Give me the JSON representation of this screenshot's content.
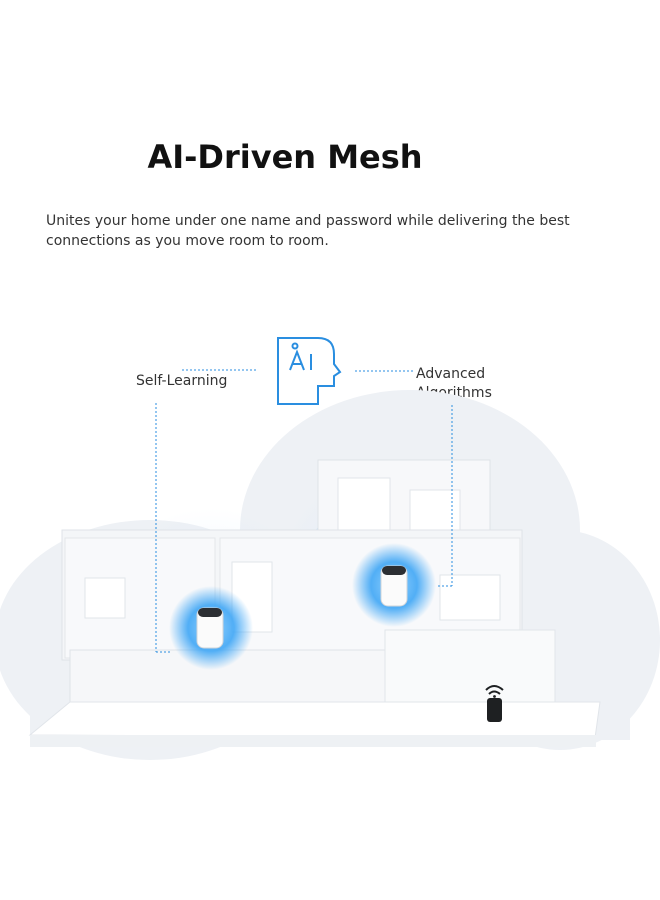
{
  "title": "AI-Driven Mesh",
  "subtitle": "Unites your home under one name and password while delivering the best connections as you move room to room.",
  "labels": {
    "self_learning": "Self-Learning",
    "advanced_algorithms_line1": "Advanced",
    "advanced_algorithms_line2": "Algorithms"
  },
  "icons": {
    "ai": "ai-head-icon",
    "router_left": "mesh-router-icon",
    "router_right": "mesh-router-icon",
    "phone": "smartphone-wifi-icon"
  },
  "colors": {
    "accent": "#2a8ee0",
    "glow": "#3fa6f5",
    "house": "#f1f3f5",
    "bubble": "#eef1f5"
  }
}
